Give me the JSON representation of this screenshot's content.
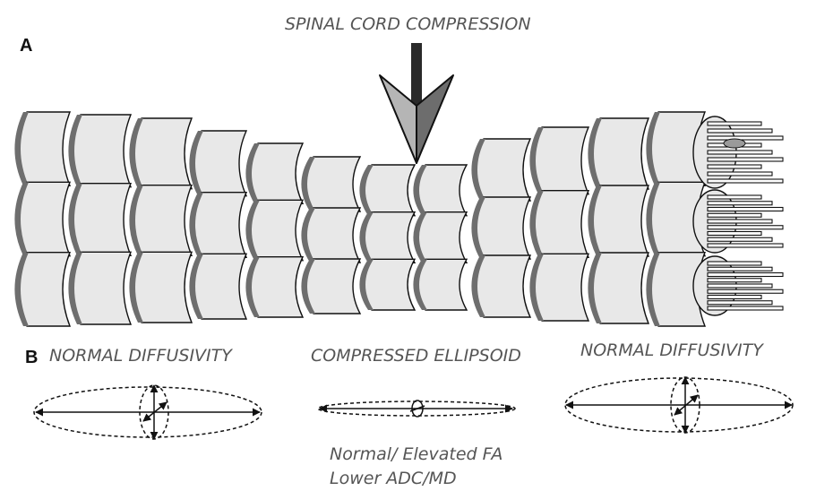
{
  "figure": {
    "title": "SPINAL CORD COMPRESSION",
    "panel_a_label": "A",
    "panel_b_label": "B"
  },
  "panel_b": {
    "left_label": "NORMAL DIFFUSIVITY",
    "middle_label": "COMPRESSED ELLIPSOID",
    "right_label": "NORMAL DIFFUSIVITY",
    "note_line_1": "Normal/ Elevated FA",
    "note_line_2": "Lower ADC/MD"
  },
  "colors": {
    "segment_fill": "#e8e8e8",
    "segment_shadow": "#6e6e6e",
    "outline": "#111111",
    "arrow_dark": "#2a2a2a",
    "arrowhead_light": "#b5b5b5",
    "arrowhead_dark": "#6d6d6d",
    "label_text": "#555555"
  },
  "icons": {
    "compression_arrow": "down-arrow-icon"
  }
}
